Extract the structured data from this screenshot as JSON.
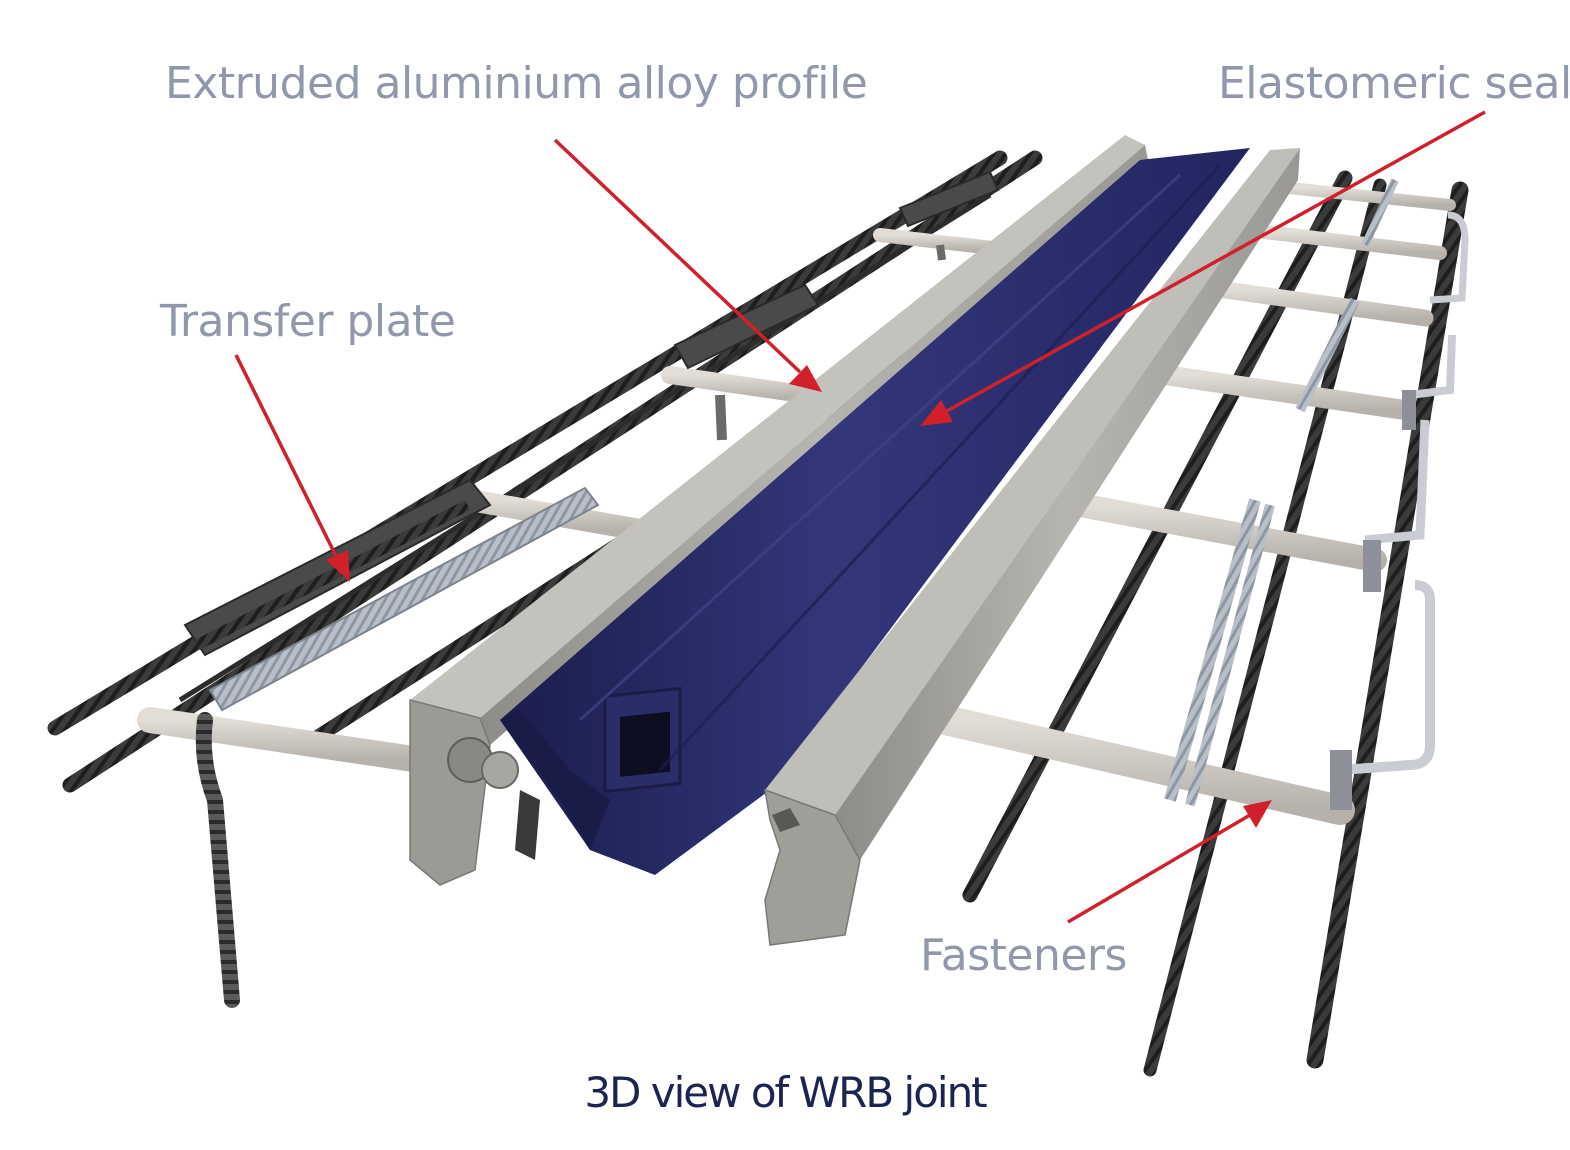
{
  "labels": {
    "profile": "Extruded aluminium alloy profile",
    "seal": "Elastomeric seal",
    "transfer_plate": "Transfer plate",
    "fasteners": "Fasteners"
  },
  "caption": "3D view of WRB joint",
  "colors": {
    "arrow": "#d0202c",
    "label": "#9298ab",
    "caption": "#1c2452",
    "seal": "#26295f",
    "profile": "#a5a39e",
    "rebar": "#3a3a3a"
  }
}
